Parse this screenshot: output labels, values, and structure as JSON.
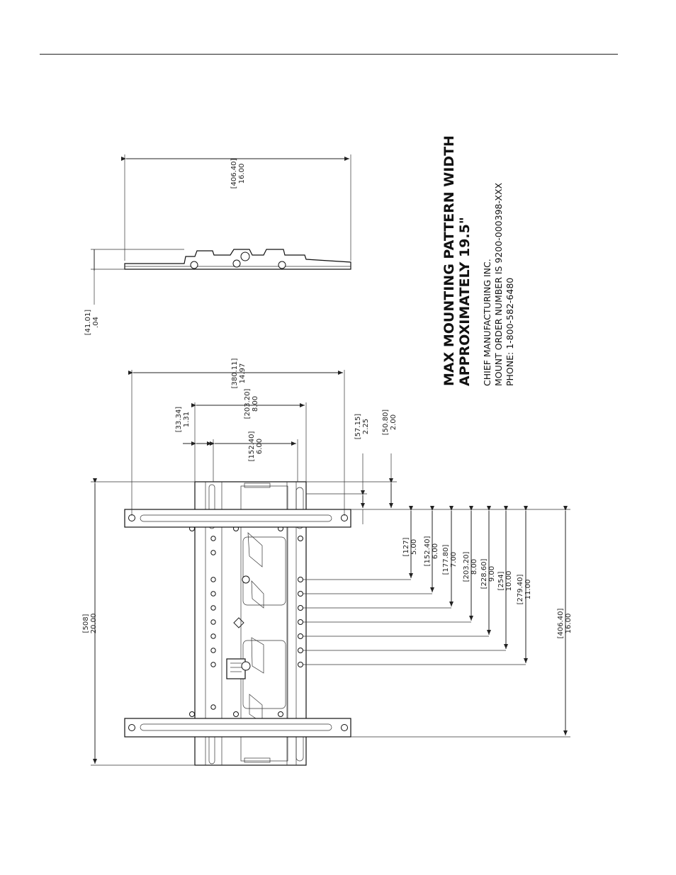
{
  "notes": {
    "heading_line1": "MAX MOUNTING PATTERN WIDTH",
    "heading_line2": "APPROXIMATELY 19.5\"",
    "company": "CHIEF MANUFACTURING INC.",
    "order": "MOUNT ORDER NUMBER IS 9200-000398-XXX",
    "phone": "PHONE: 1-800-582-6480"
  },
  "dims": {
    "top_width_mm": "[406.40]",
    "top_width_in": "16.00",
    "depth_mm": "[41.01]",
    "depth_in": ".04",
    "outer_mm": "[380.11]",
    "outer_in": "14.97",
    "d33_mm": "[33.34]",
    "d33_in": "1.31",
    "d203h_mm": "[203.20]",
    "d203h_in": "8.00",
    "d152h_mm": "[152.40]",
    "d152h_in": "6.00",
    "d57_mm": "[57.15]",
    "d57_in": "2.25",
    "d50_mm": "[50.80]",
    "d50_in": "2.00",
    "total_mm": "[508]",
    "total_in": "20.00",
    "v127_mm": "[127]",
    "v127_in": "5.00",
    "v152_mm": "[152.40]",
    "v152_in": "6.00",
    "v177_mm": "[177.80]",
    "v177_in": "7.00",
    "v203_mm": "[203.20]",
    "v203_in": "8.00",
    "v228_mm": "[228.60]",
    "v228_in": "9.00",
    "v254_mm": "[254]",
    "v254_in": "10.00",
    "v279_mm": "[279.40]",
    "v279_in": "11.00",
    "v406_mm": "[406.40]",
    "v406_in": "16.00"
  }
}
